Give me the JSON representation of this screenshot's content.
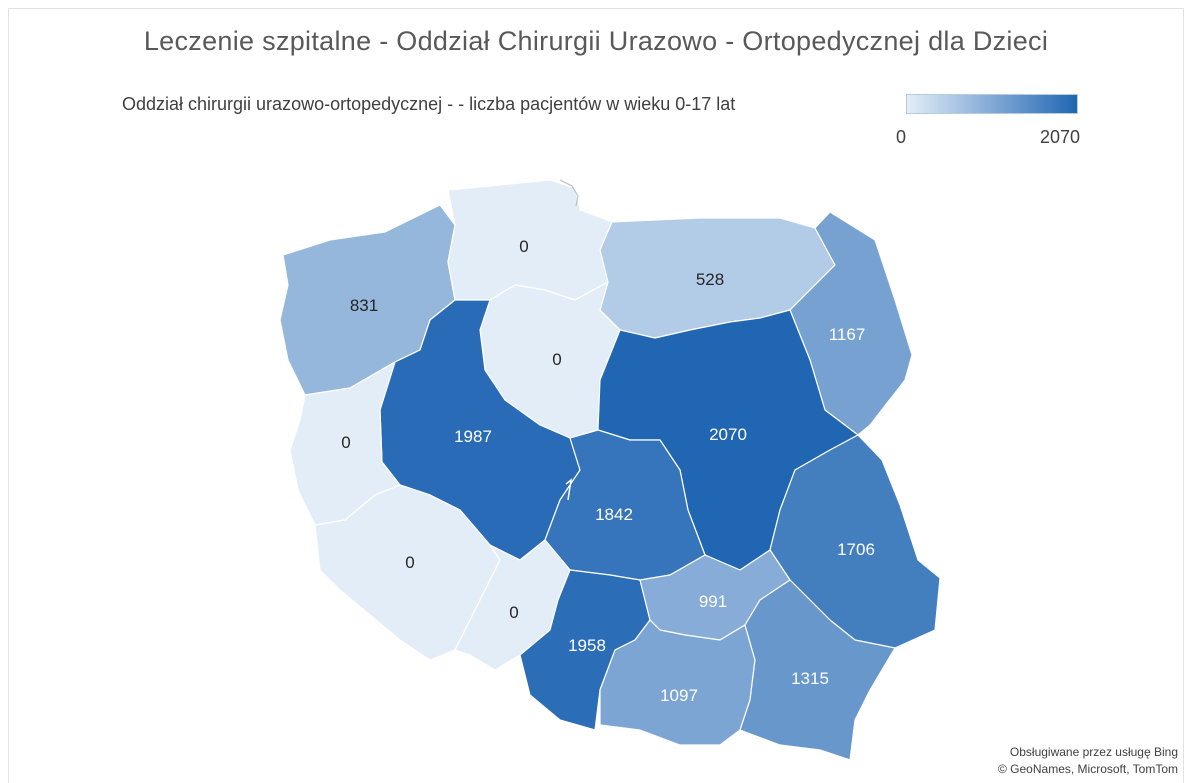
{
  "title": "Leczenie szpitalne - Oddział Chirurgii Urazowo - Ortopedycznej dla Dzieci",
  "legend": {
    "title": "Oddział chirurgii urazowo-ortopedycznej - - liczba pacjentów w wieku 0-17 lat",
    "min_label": "0",
    "max_label": "2070",
    "min_color": "#e3edf8",
    "max_color": "#2166b3"
  },
  "regions": [
    {
      "id": "zachodniopomorskie",
      "value": "831"
    },
    {
      "id": "pomorskie",
      "value": "0"
    },
    {
      "id": "warminsko-mazurskie",
      "value": "528"
    },
    {
      "id": "podlaskie",
      "value": "1167"
    },
    {
      "id": "kujawsko-pomorskie",
      "value": "0"
    },
    {
      "id": "wielkopolskie",
      "value": "1987"
    },
    {
      "id": "mazowieckie",
      "value": "2070"
    },
    {
      "id": "lubuskie",
      "value": "0"
    },
    {
      "id": "lodzkie",
      "value": "1842"
    },
    {
      "id": "lubelskie",
      "value": "1706"
    },
    {
      "id": "dolnoslaskie",
      "value": "0"
    },
    {
      "id": "opolskie",
      "value": "0"
    },
    {
      "id": "slaskie",
      "value": "1958"
    },
    {
      "id": "swietokrzyskie",
      "value": "991"
    },
    {
      "id": "malopolskie",
      "value": "1097"
    },
    {
      "id": "podkarpackie",
      "value": "1315"
    }
  ],
  "attribution": {
    "line1": "Obsługiwane przez usługę Bing",
    "line2": "© GeoNames, Microsoft, TomTom"
  }
}
